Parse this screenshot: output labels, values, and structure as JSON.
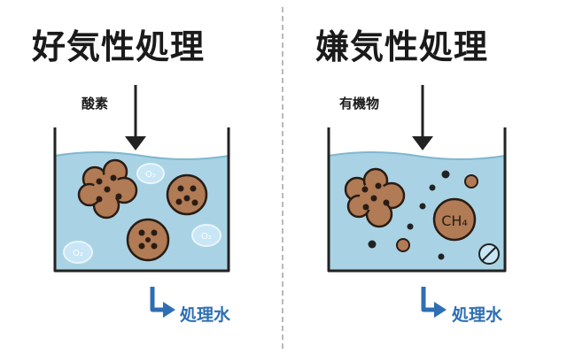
{
  "panels": [
    {
      "title": "好気性処理",
      "input_label": "酸素",
      "output_label": "処理水",
      "bubble_label": "O₂"
    },
    {
      "title": "嫌気性処理",
      "input_label": "有機物",
      "output_label": "処理水",
      "gas_label": "CH₄"
    }
  ],
  "colors": {
    "water": "#a9d3e4",
    "water_line": "#7fb7cf",
    "tank_stroke": "#222222",
    "floc": "#b07b55",
    "floc_dark": "#2a1c14",
    "bubble": "#c8e6f5",
    "arrow_blue": "#2e6fb3"
  }
}
